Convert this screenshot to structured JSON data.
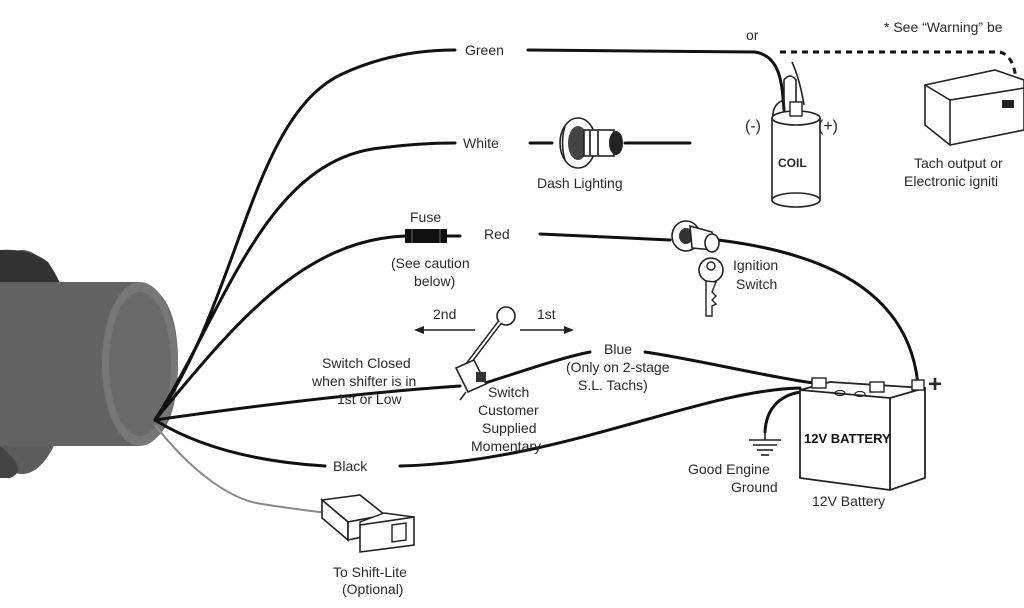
{
  "labels": {
    "green": "Green",
    "or": "or",
    "warning_note": "* See “Warning” be",
    "white": "White",
    "dash_lighting": "Dash Lighting",
    "coil_minus": "(-)",
    "coil_plus": "(+)",
    "coil": "COIL",
    "tach_output_1": "Tach output or",
    "tach_output_2": "Electronic igniti",
    "fuse": "Fuse",
    "red": "Red",
    "caution_1": "(See caution",
    "caution_2": "below)",
    "ignition_1": "Ignition",
    "ignition_2": "Switch",
    "second": "2nd",
    "first": "1st",
    "blue": "Blue",
    "blue_note_1": "(Only on 2-stage",
    "blue_note_2": "S.L. Tachs)",
    "switch_closed_1": "Switch Closed",
    "switch_closed_2": "when shifter is in",
    "switch_closed_3": "1st or Low",
    "switch_1": "Switch",
    "switch_2": "Customer",
    "switch_3": "Supplied",
    "switch_4": "Momentary",
    "plus": "+",
    "battery_box": "12V BATTERY",
    "battery_caption": "12V Battery",
    "ground_1": "Good Engine",
    "ground_2": "Ground",
    "black": "Black",
    "shift_lite_1": "To Shift-Lite",
    "shift_lite_2": "(Optional)"
  }
}
